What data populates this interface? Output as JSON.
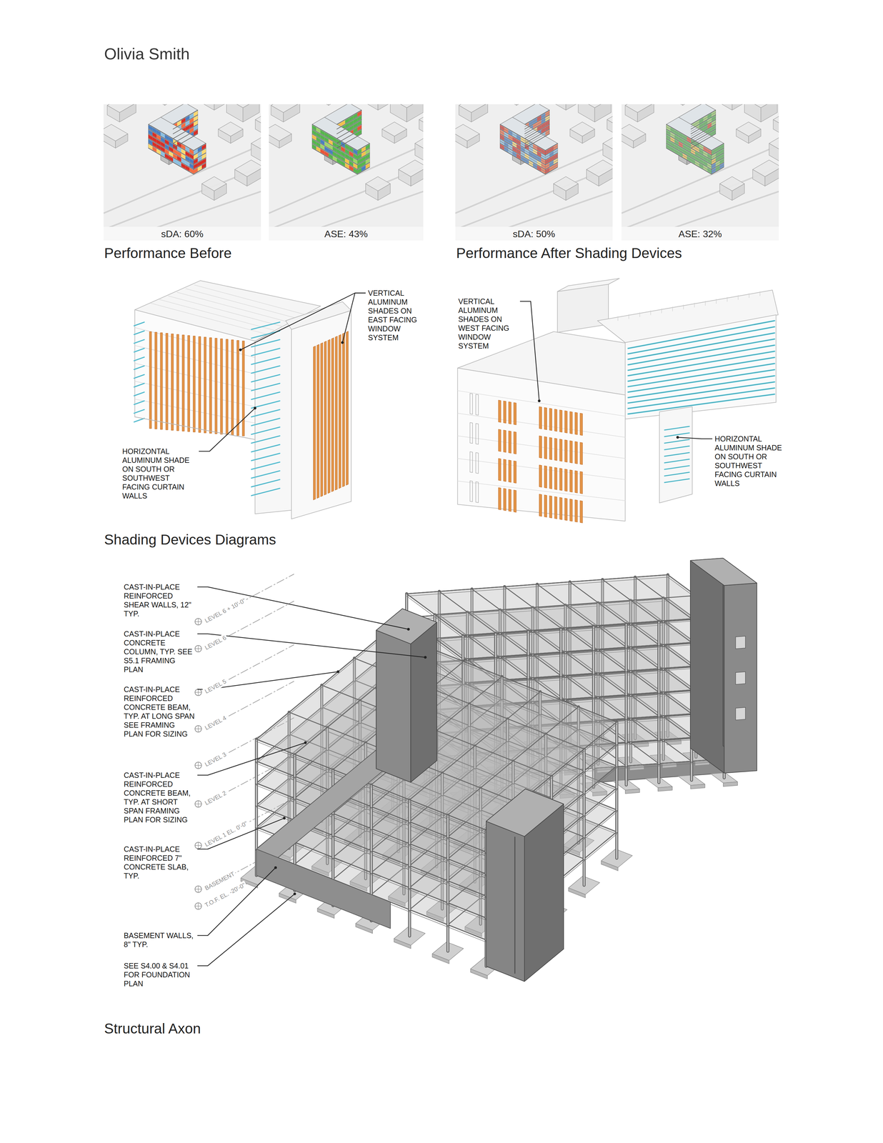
{
  "diagram": {
    "title": "Olivia Smith",
    "nodes": [
      {
        "text": [
          "sDA: 60%"
        ]
      },
      {
        "text": [
          "ASE: 43%"
        ]
      },
      {
        "text": [
          "sDA: 50%"
        ]
      },
      {
        "text": [
          "ASE: 32%"
        ]
      }
    ],
    "labels": [
      "Performance Before",
      "Performance After Shading Devices",
      "VERTICAL ALUMINUM SHADES ON EAST FACING WINDOW SYSTEM",
      "HORIZONTAL ALUMINUM SHADE ON SOUTH OR SOUTHWEST FACING CURTAIN WALLS",
      "VERTICAL ALUMINUM SHADES ON WEST FACING WINDOW SYSTEM",
      "HORIZONTAL ALUMINUM SHADE ON SOUTH OR SOUTHWEST FACING CURTAIN WALLS",
      "Shading Devices Diagrams",
      "CAST-IN-PLACE REINFORCED SHEAR WALLS, 12\" TYP.",
      "CAST-IN-PLACE CONCRETE COLUMN, TYP. SEE S5.1 FRAMING PLAN",
      "CAST-IN-PLACE REINFORCED CONCRETE BEAM, TYP. AT LONG SPAN SEE FRAMING PLAN FOR SIZING",
      "CAST-IN-PLACE REINFORCED CONCRETE BEAM, TYP. AT SHORT SPAN FRAMING PLAN FOR SIZING",
      "CAST-IN-PLACE REINFORCED 7\" CONCRETE SLAB, TYP.",
      "BASEMENT WALLS, 8\" TYP.",
      "SEE S4.00 & S4.01 FOR FOUNDATION PLAN",
      "LEVEL 6 + 10'-0\"",
      "LEVEL 6",
      "LEVEL 5",
      "LEVEL 4",
      "LEVEL 3",
      "LEVEL 2",
      "LEVEL 1 EL. 0'-0\"",
      "BASEMENT",
      "T.O.F. EL. -20'-0\"",
      "Structural Axon"
    ]
  }
}
